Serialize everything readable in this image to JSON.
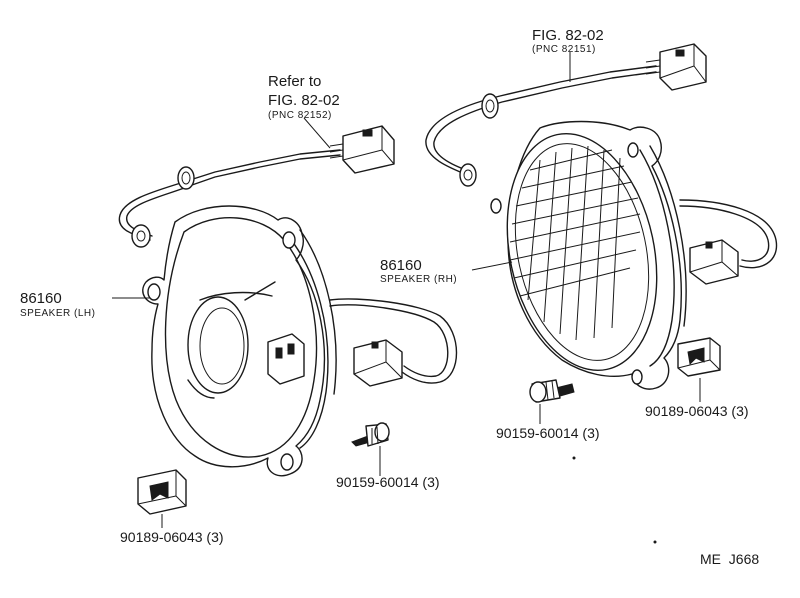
{
  "labels": {
    "refer_to": "Refer to",
    "fig_left": "FIG. 82-02",
    "pnc_left": "(PNC 82152)",
    "fig_right": "FIG. 82-02",
    "pnc_right": "(PNC 82151)",
    "part_lh_number": "86160",
    "part_lh_name": "SPEAKER (LH)",
    "part_rh_number": "86160",
    "part_rh_name": "SPEAKER (RH)",
    "screw_lh": "90159-60014 (3)",
    "clip_lh": "90189-06043 (3)",
    "screw_rh": "90159-60014 (3)",
    "clip_rh": "90189-06043 (3)",
    "diagram_code": "ME  J668"
  },
  "colors": {
    "ink": "#1a1a1a",
    "paper": "#ffffff"
  }
}
